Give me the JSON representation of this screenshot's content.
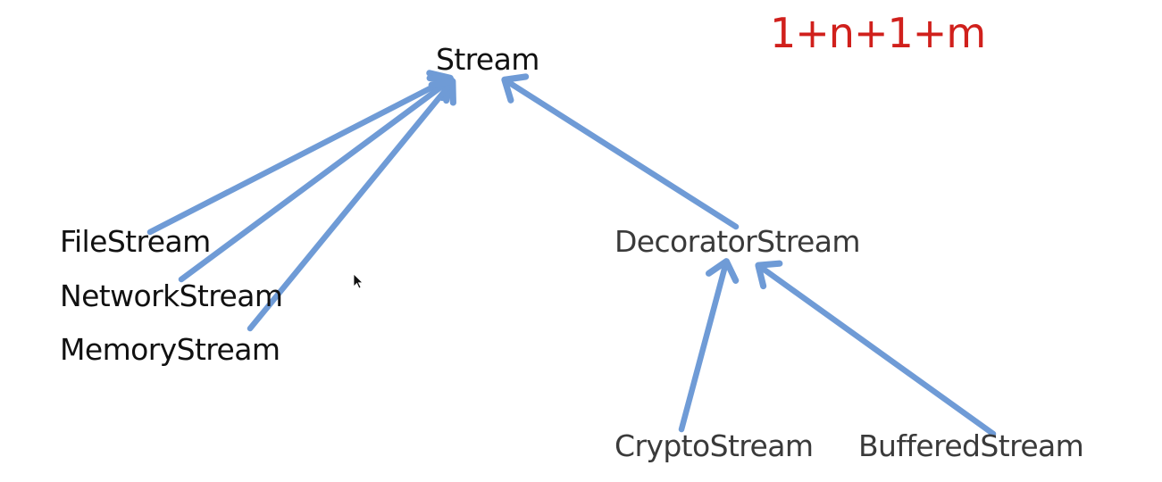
{
  "diagram": {
    "title_formula": "1+n+1+m",
    "colors": {
      "arrow": "#6f9bd6",
      "formula": "#d0201c",
      "text_primary": "#111111",
      "text_secondary": "#3a3a3a",
      "background": "#ffffff"
    },
    "nodes": {
      "stream": "Stream",
      "file_stream": "FileStream",
      "network_stream": "NetworkStream",
      "memory_stream": "MemoryStream",
      "decorator_stream": "DecoratorStream",
      "crypto_stream": "CryptoStream",
      "buffered_stream": "BufferedStream"
    },
    "edges": [
      {
        "from": "FileStream",
        "to": "Stream"
      },
      {
        "from": "NetworkStream",
        "to": "Stream"
      },
      {
        "from": "MemoryStream",
        "to": "Stream"
      },
      {
        "from": "DecoratorStream",
        "to": "Stream"
      },
      {
        "from": "CryptoStream",
        "to": "DecoratorStream"
      },
      {
        "from": "BufferedStream",
        "to": "DecoratorStream"
      }
    ],
    "cursor_icon": "mouse-pointer-icon"
  }
}
